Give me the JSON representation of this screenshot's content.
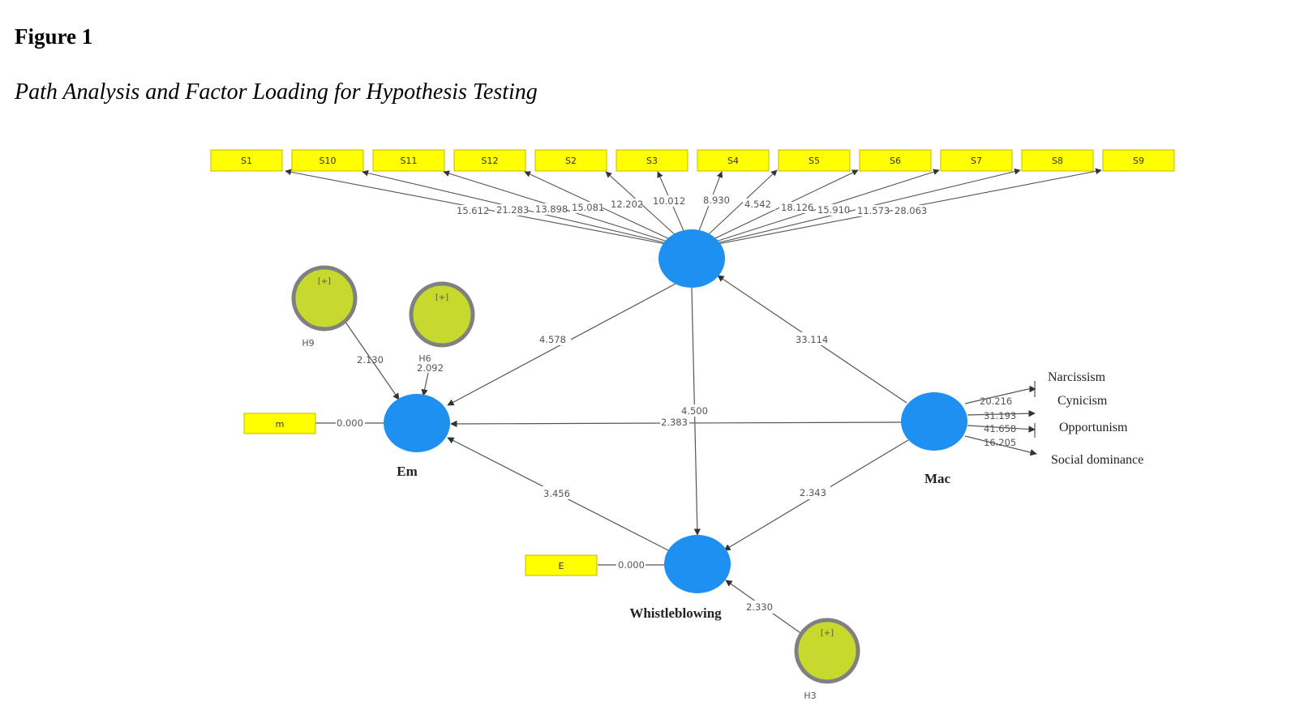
{
  "figure": {
    "title": "Figure 1",
    "caption": "Path Analysis and Factor Loading for Hypothesis Testing"
  },
  "colors": {
    "indicator_fill": "#ffff00",
    "indicator_border": "#c8b400",
    "construct_fill": "#1e90f0",
    "moderator_fill": "#c8d92e",
    "moderator_border": "#808080",
    "line": "#555555"
  },
  "indicators": [
    "S1",
    "S10",
    "S11",
    "S12",
    "S2",
    "S3",
    "S4",
    "S5",
    "S6",
    "S7",
    "S8",
    "S9"
  ],
  "loadings": [
    "15.612",
    "21.283",
    "13.898",
    "15.081",
    "12.202",
    "10.012",
    "8.930",
    "4.542",
    "18.126",
    "15.910",
    "11.573",
    "28.063"
  ],
  "constructs": {
    "top": "",
    "em": "Em",
    "mac": "Mac",
    "wb": "Whistleblowing"
  },
  "moderators": {
    "h9": {
      "label": "H9",
      "plus": "[+]"
    },
    "h6": {
      "label": "H6",
      "plus": "[+]"
    },
    "h3": {
      "label": "H3",
      "plus": "[+]"
    }
  },
  "side_indicators": {
    "m": {
      "label": "m",
      "weight": "0.000"
    },
    "e": {
      "label": "E",
      "weight": "0.000"
    }
  },
  "mac_indicators": [
    {
      "label": "Narcissism",
      "weight": "20.216"
    },
    {
      "label": "Cynicism",
      "weight": "31.193"
    },
    {
      "label": "Opportunism",
      "weight": "41.658"
    },
    {
      "label": "Social dominance",
      "weight": "16.205"
    }
  ],
  "paths": {
    "top_em": "4.578",
    "mac_top": "33.114",
    "h9_em": "2.130",
    "h6_em": "2.092",
    "top_wb": "4.500",
    "mac_em": "2.383",
    "wb_em": "3.456",
    "mac_wb": "2.343",
    "h3_wb": "2.330"
  }
}
